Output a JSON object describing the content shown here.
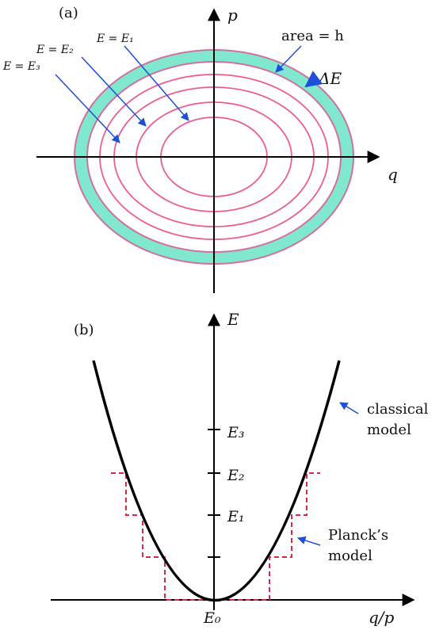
{
  "panel_a": {
    "label": "(a)",
    "axis_x_label": "q",
    "axis_y_label": "p",
    "curves": {
      "e1": "E = E₁",
      "e2": "E = E₂",
      "e3": "E = E₃"
    },
    "area_label": "area = h",
    "delta_label": "ΔE"
  },
  "panel_b": {
    "label": "(b)",
    "axis_x_label": "q/p",
    "axis_y_label": "E",
    "ticks": {
      "e3": "E₃",
      "e2": "E₂",
      "e1": "E₁",
      "e0": "E₀"
    },
    "classical_label_1": "classical",
    "classical_label_2": "model",
    "planck_label_1": "Planck’s",
    "planck_label_2": "model"
  },
  "colors": {
    "ring_fill": "#7fe8cf",
    "ring_stroke": "#d36fa0",
    "ellipse_stroke": "#ec5d97",
    "arrow_blue": "#1d4fd8",
    "planck_dash": "#d9284a",
    "axis": "#000000"
  }
}
